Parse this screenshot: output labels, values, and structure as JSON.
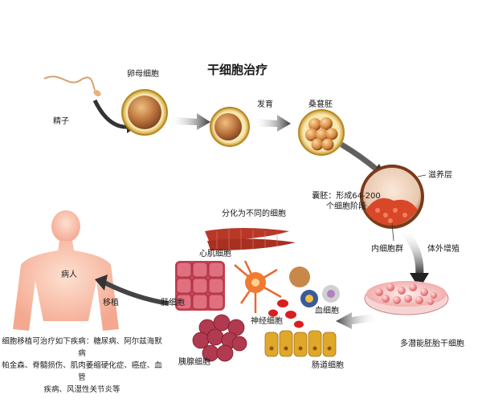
{
  "title": "干细胞治疗",
  "labels": {
    "oocyte": "卵母细胞",
    "sperm": "精子",
    "development": "发育",
    "morula": "桑葚胚",
    "trophoblast": "滋养层",
    "blastocyst_line1": "囊胚：形成64-200",
    "blastocyst_line2": "个细胞阶段",
    "inner_cell_mass": "内细胞群",
    "in_vitro_proliferation": "体外增殖",
    "pluripotent_stem_cells": "多潜能胚胎干细胞",
    "differentiate": "分化为不同的细胞",
    "cardiomyocytes": "心肌细胞",
    "hepatocytes": "肝细胞",
    "neurons": "神经细胞",
    "blood_cells": "血细胞",
    "pancreatic_cells": "胰腺细胞",
    "intestinal_cells": "肠道细胞",
    "transplant": "移植",
    "patient": "病人"
  },
  "treatable_note": {
    "line1": "细胞移植可治疗如下疾病：糖尿病、阿尔兹海默病",
    "line2": "帕金森、脊髓损伤、肌肉萎缩硬化症、癌症、血管",
    "line3": "疾病、风湿性关节炎等"
  },
  "colors": {
    "arrow": "#3a3a3a",
    "zona": "#c8a040",
    "egg": "#b8703a",
    "morula": "#d48840",
    "blastocyst": "#8a4a2a",
    "inner_mass": "#d84828",
    "body_silhouette": "#f4b8a0",
    "heart_muscle": "#a83020",
    "liver": "#c84050",
    "neuron": "#e05a28",
    "blood_red": "#d82020",
    "blood_blue": "#3a5a9a",
    "pancreas": "#b03a50",
    "intestine": "#d8a020",
    "dish": "#f0a8a8"
  }
}
